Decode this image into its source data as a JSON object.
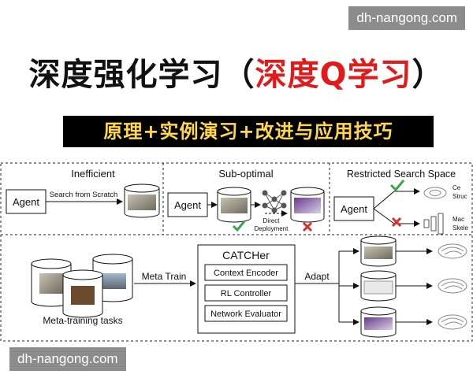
{
  "watermark": {
    "top": "dh-nangong.com",
    "bottom": "dh-nangong.com"
  },
  "title": {
    "prefix": "深度强化学习（",
    "highlight": "深度Q学习",
    "suffix": "）"
  },
  "subtitle": "原理+实例演习+改进与应用技巧",
  "panels": {
    "inefficient": {
      "title": "Inefficient",
      "agent": "Agent",
      "arrow_label": "Search from Scratch"
    },
    "suboptimal": {
      "title": "Sub-optimal",
      "agent": "Agent",
      "arrow_label_1": "Direct",
      "arrow_label_2": "Deployment"
    },
    "restricted": {
      "title": "Restricted Search Space",
      "agent": "Agent",
      "top_label_1": "Ce",
      "top_label_2": "Struc",
      "bottom_label_1": "Mac",
      "bottom_label_2": "Skele"
    }
  },
  "lower": {
    "tasks_label": "Meta-training tasks",
    "meta_train": "Meta Train",
    "catcher": {
      "title": "CATCHer",
      "modules": [
        "Context Encoder",
        "RL Controller",
        "Network Evaluator"
      ]
    },
    "adapt": "Adapt"
  },
  "colors": {
    "accent_red": "#e21a1a",
    "subtitle_text": "#ffd84a",
    "check_green": "#3aa64a",
    "cross_red": "#d93030"
  }
}
